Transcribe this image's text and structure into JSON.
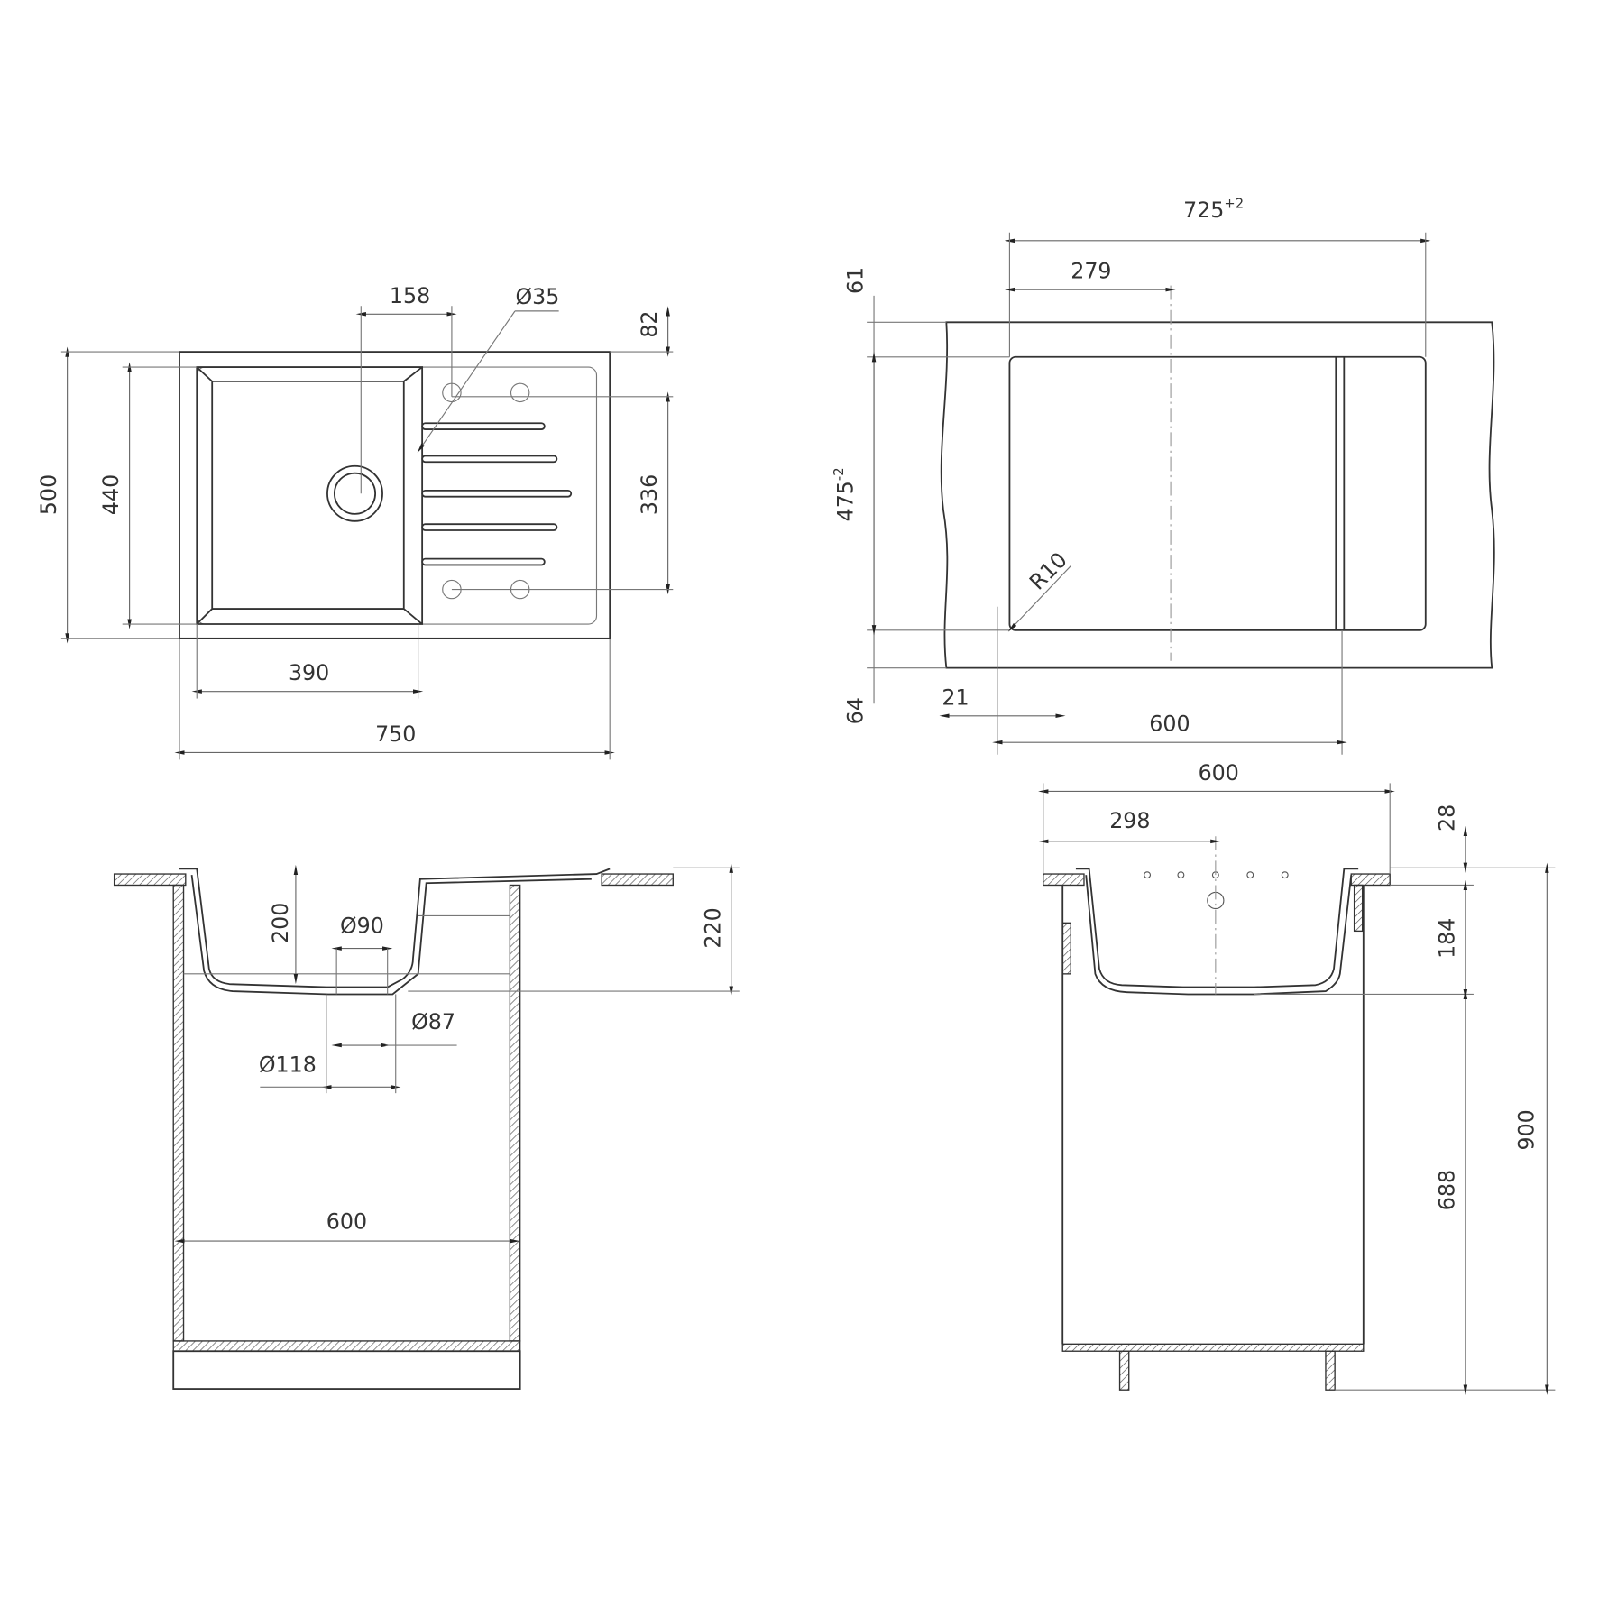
{
  "plan_view": {
    "width_750": "750",
    "bowl_390": "390",
    "depth_500": "500",
    "bowl_440": "440",
    "holes_336": "336",
    "offset_82": "82",
    "drain_158": "158",
    "hole_dia": "Ø35"
  },
  "cutout_view": {
    "width": "725",
    "width_tol": "+2",
    "depth": "475",
    "depth_tol": "-2",
    "offset_279": "279",
    "offset_61": "61",
    "offset_64": "64",
    "offset_21": "21",
    "cabinet_600": "600",
    "radius": "R10"
  },
  "front_section": {
    "depth_200": "200",
    "depth_220": "220",
    "dia_90": "Ø90",
    "dia_87": "Ø87",
    "dia_118": "Ø118",
    "cabinet_600": "600"
  },
  "side_section": {
    "width_600": "600",
    "offset_298": "298",
    "top_28": "28",
    "bowl_184": "184",
    "cab_688": "688",
    "height_900": "900"
  }
}
